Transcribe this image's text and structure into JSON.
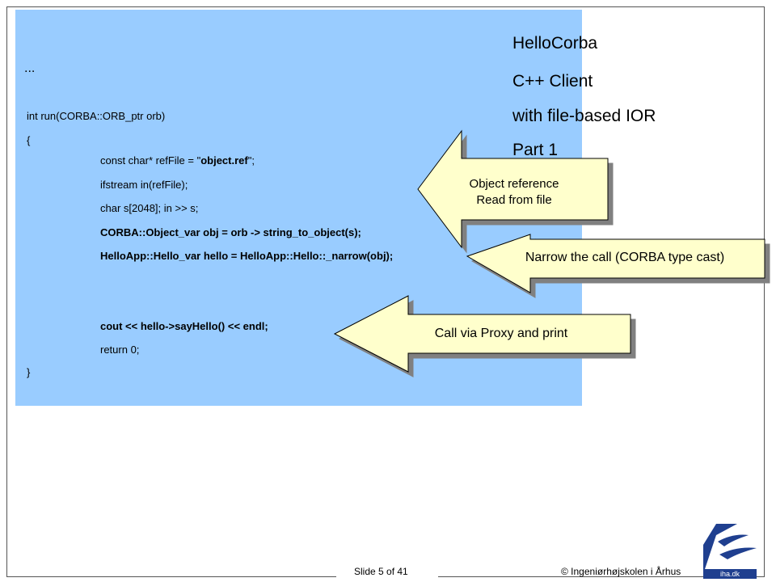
{
  "code": {
    "ellipsis": "...",
    "lines": [
      "int run(CORBA::ORB_ptr orb)",
      "{",
      "const char* refFile = \"",
      "object.ref",
      "\";",
      "ifstream in(refFile);",
      "char s[2048];  in >> s;",
      "CORBA::Object_var obj = orb -> string_to_object(s);",
      "HelloApp::Hello_var hello = HelloApp::Hello::_narrow(obj);",
      "cout << hello->sayHello() << endl;",
      "return 0;",
      "}"
    ]
  },
  "title": [
    "HelloCorba",
    "C++ Client",
    "with file-based IOR",
    "Part 1"
  ],
  "callouts": {
    "object_reference": [
      "Object reference",
      "Read from file"
    ],
    "narrow": "Narrow the call (CORBA type cast)",
    "proxy": "Call via Proxy and print"
  },
  "colors": {
    "panel": "#99ccff",
    "callout_fill": "#ffffcc",
    "callout_shadow": "#808080",
    "logo": "#1f3f8f"
  },
  "footer": {
    "slide": "Slide 5 of 41",
    "copyright": "© Ingeniørhøjskolen i Århus"
  },
  "logo": {
    "text": "iha.dk",
    "icon": "iha-logo-icon"
  }
}
